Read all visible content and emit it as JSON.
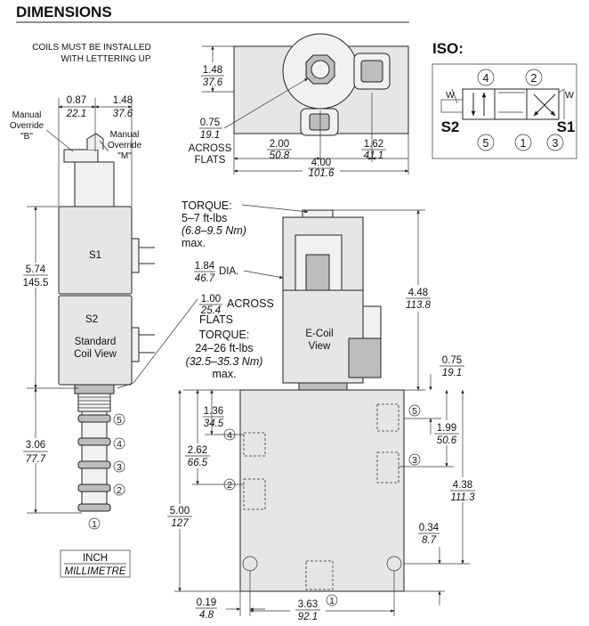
{
  "title": "DIMENSIONS",
  "coil_note": [
    "COILS MUST BE INSTALLED",
    "WITH LETTERING UP"
  ],
  "iso_label": "ISO:",
  "override_b": [
    "Manual",
    "Override",
    "\"B\""
  ],
  "override_m": [
    "Manual",
    "Override",
    "\"M\""
  ],
  "coil_s1": "S1",
  "coil_s2": "S2",
  "standard_view": [
    "Standard",
    "Coil View"
  ],
  "ecoil_view": [
    "E-Coil",
    "View"
  ],
  "dims": {
    "d087": {
      "in": "0.87",
      "mm": "22.1"
    },
    "d148a": {
      "in": "1.48",
      "mm": "37.6"
    },
    "d574": {
      "in": "5.74",
      "mm": "145.5"
    },
    "d306": {
      "in": "3.06",
      "mm": "77.7"
    },
    "d148b": {
      "in": "1.48",
      "mm": "37.6"
    },
    "d075a": {
      "in": "0.75",
      "mm": "19.1"
    },
    "d200": {
      "in": "2.00",
      "mm": "50.8"
    },
    "d162": {
      "in": "1.62",
      "mm": "41.1"
    },
    "d400": {
      "in": "4.00",
      "mm": "101.6"
    },
    "d184": {
      "in": "1.84",
      "mm": "46.7"
    },
    "d100": {
      "in": "1.00",
      "mm": "25.4"
    },
    "d448": {
      "in": "4.48",
      "mm": "113.8"
    },
    "d075b": {
      "in": "0.75",
      "mm": "19.1"
    },
    "d136": {
      "in": "1.36",
      "mm": "34.5"
    },
    "d262": {
      "in": "2.62",
      "mm": "66.5"
    },
    "d199": {
      "in": "1.99",
      "mm": "50.6"
    },
    "d438": {
      "in": "4.38",
      "mm": "111.3"
    },
    "d500": {
      "in": "5.00",
      "mm": "127"
    },
    "d034": {
      "in": "0.34",
      "mm": "8.7"
    },
    "d019": {
      "in": "0.19",
      "mm": "4.8"
    },
    "d363": {
      "in": "3.63",
      "mm": "92.1"
    }
  },
  "across_flats_1": [
    "ACROSS",
    "FLATS"
  ],
  "across_flats_2": [
    "ACROSS",
    "FLATS"
  ],
  "dia": "DIA.",
  "torque1": [
    "TORQUE:",
    "5–7 ft-lbs",
    "(6.8–9.5 Nm)",
    "max."
  ],
  "torque2": [
    "TORQUE:",
    "24–26 ft-lbs",
    "(32.5–35.3 Nm)",
    "max."
  ],
  "ports": {
    "p1": "1",
    "p2": "2",
    "p3": "3",
    "p4": "4",
    "p5": "5"
  },
  "iso": {
    "s1": "S1",
    "s2": "S2",
    "w": "W"
  },
  "units": {
    "inch": "INCH",
    "mm": "MILLIMETRE"
  }
}
